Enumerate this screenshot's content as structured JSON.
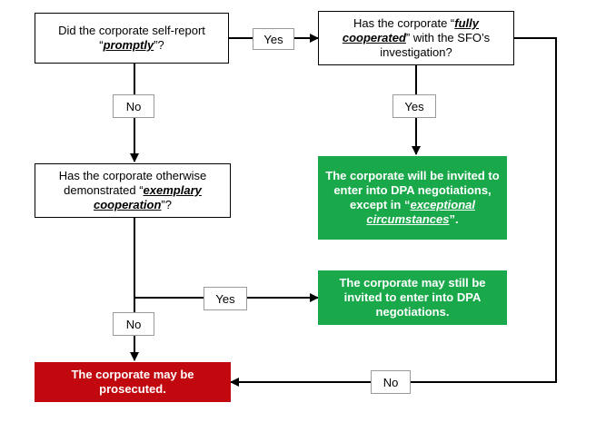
{
  "nodes": {
    "q1": {
      "pre": "Did the corporate self-report “",
      "em": "promptly",
      "post": "”?"
    },
    "q2": {
      "pre": "Has the corporate “",
      "em": "fully cooperated",
      "post": "” with the SFO’s investigation?"
    },
    "q3": {
      "pre": "Has the corporate otherwise demonstrated “",
      "em": "exemplary cooperation",
      "post": "”?"
    },
    "outcome_dpa": {
      "pre": "The corporate will be invited to enter into DPA negotiations, except in “",
      "em": "exceptional circumstances",
      "post": "”."
    },
    "outcome_dpa_still": {
      "text": "The corporate may still be invited to enter into DPA negotiations."
    },
    "outcome_prosecuted": {
      "text": "The corporate may be prosecuted."
    }
  },
  "edge_labels": {
    "q1_yes": "Yes",
    "q1_no": "No",
    "q2_yes": "Yes",
    "q3_yes": "Yes",
    "q3_no": "No",
    "q2_no": "No"
  },
  "colors": {
    "green": "#19a94b",
    "red": "#c0080e"
  }
}
